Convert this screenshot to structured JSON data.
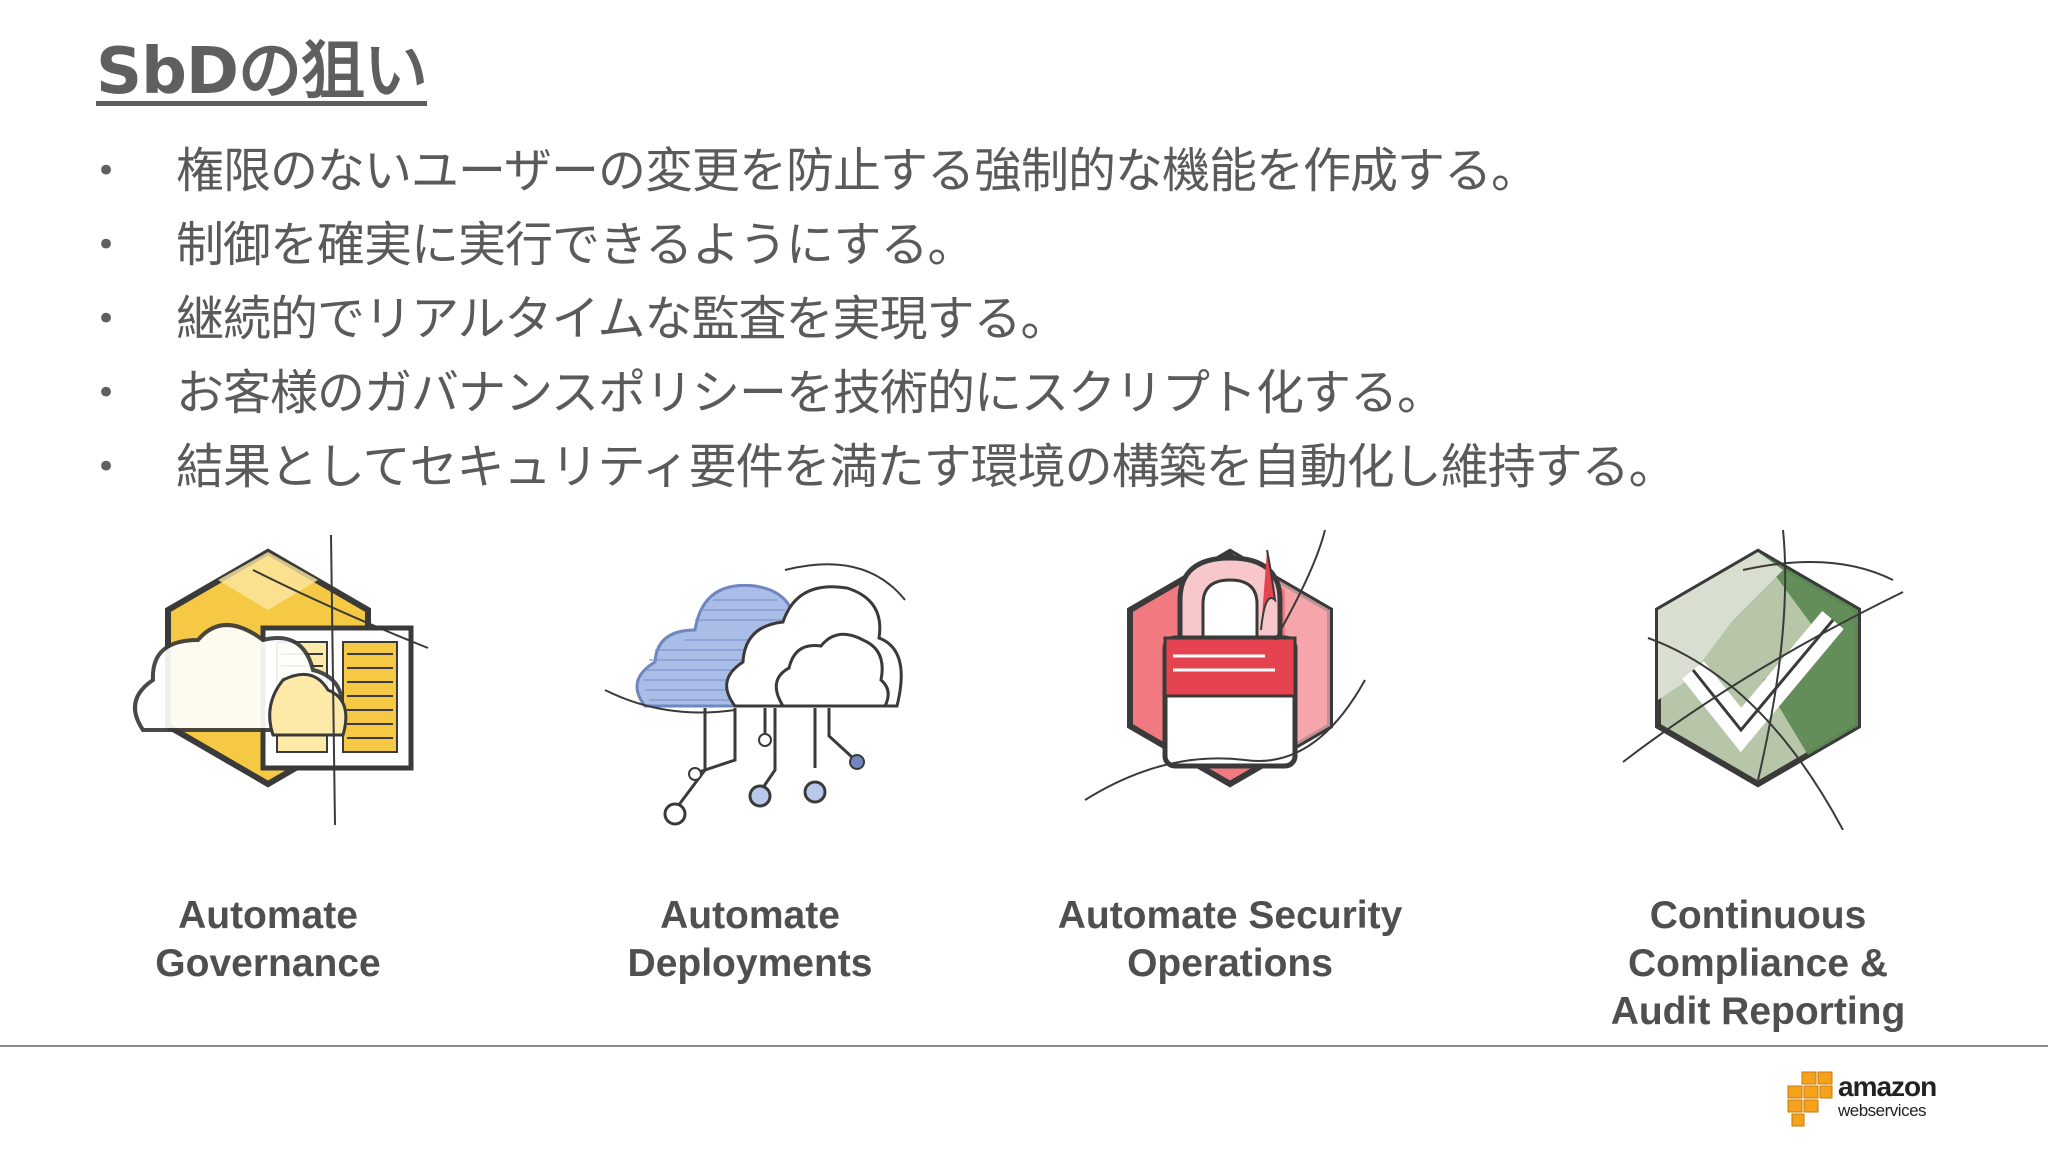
{
  "slide": {
    "title": "SbDの狙い",
    "bullet_symbol": "•",
    "bullets": [
      "権限のないユーザーの変更を防止する強制的な機能を作成する。",
      "制御を確実に実行できるようにする。",
      "継続的でリアルタイムな監査を実現する。",
      "お客様のガバナンスポリシーを技術的にスクリプト化する。",
      "結果としてセキュリティ要件を満たす環境の構築を自動化し維持する。"
    ],
    "pillars": [
      {
        "lines": [
          "Automate",
          "Governance"
        ],
        "icon": "governance-hexagon-icon",
        "color": "#f2c43b"
      },
      {
        "lines": [
          "Automate",
          "Deployments"
        ],
        "icon": "cloud-deployment-icon",
        "color": "#8fa6d8"
      },
      {
        "lines": [
          "Automate Security",
          "Operations"
        ],
        "icon": "security-lock-hexagon-icon",
        "color": "#e8545d"
      },
      {
        "lines": [
          "Continuous",
          "Compliance &",
          "Audit Reporting"
        ],
        "icon": "compliance-check-hexagon-icon",
        "color": "#5e8b54"
      }
    ]
  },
  "branding": {
    "logo_word": "amazon",
    "logo_sub": "webservices",
    "logo_color": "#f7a21b"
  }
}
